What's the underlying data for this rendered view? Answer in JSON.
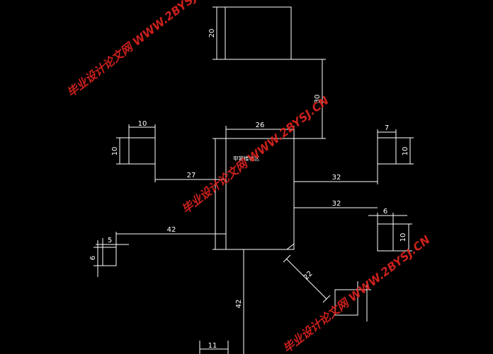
{
  "dimensions": {
    "top_box_height": "20",
    "gap_vertical_30": "30",
    "main_width": "26",
    "left_box_width": "10",
    "left_box_height": "10",
    "left_gap": "27",
    "right_box_width": "7",
    "right_box_height": "10",
    "right_gap_upper": "32",
    "right_gap_lower": "32",
    "lower_right_box_width": "6",
    "lower_right_box_height": "10",
    "left_small_box_width": "5",
    "left_small_box_height": "6",
    "left_long_gap": "42",
    "bottom_gap": "42",
    "bottom_box_width": "11",
    "diagonal_gap": "22"
  },
  "main_label": "甲宴楼幅区",
  "watermark": {
    "text": "毕业设计论文网 WWW.2BYSJ.CN",
    "color": "#e0241e"
  }
}
